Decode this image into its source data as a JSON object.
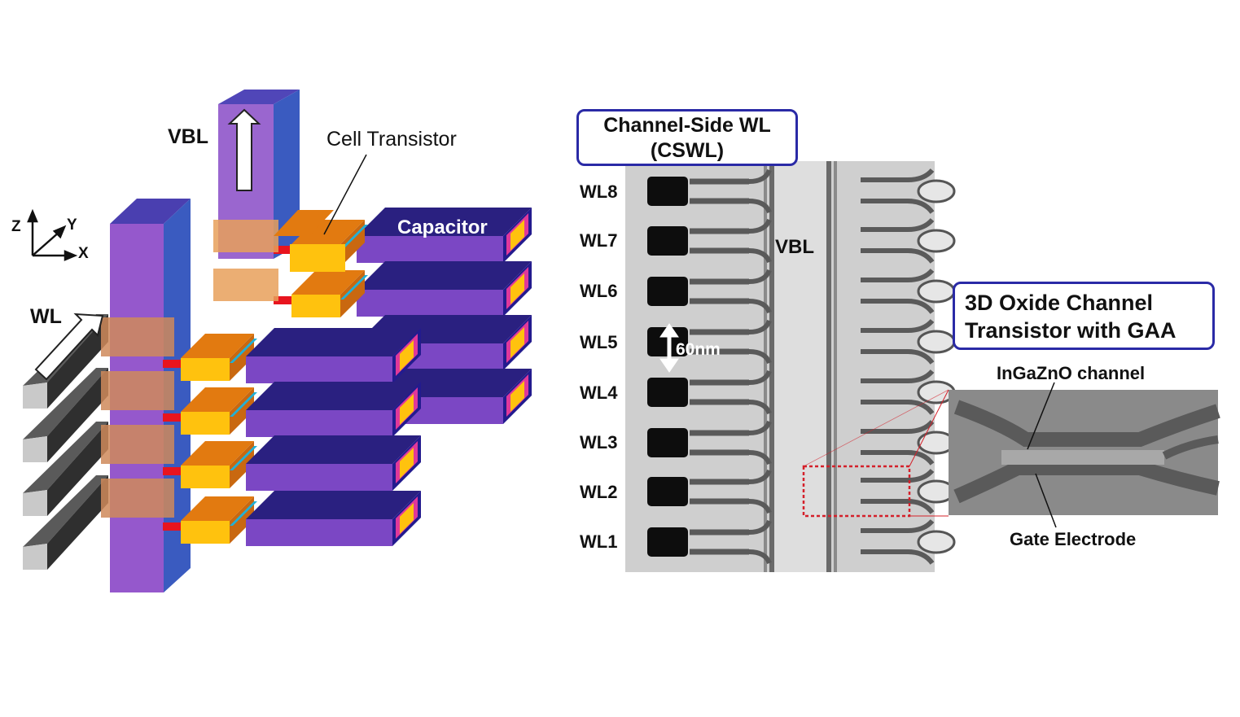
{
  "left_diagram": {
    "vbl_label": "VBL",
    "cell_transistor_label": "Cell Transistor",
    "capacitor_label": "Capacitor",
    "wl_label": "WL",
    "axis": {
      "z": "Z",
      "y": "Y",
      "x": "X"
    }
  },
  "right_diagram": {
    "cswl_title_line1": "Channel-Side WL",
    "cswl_title_line2": "(CSWL)",
    "vbl_label": "VBL",
    "scale_label": "60nm",
    "wordlines": [
      "WL8",
      "WL7",
      "WL6",
      "WL5",
      "WL4",
      "WL3",
      "WL2",
      "WL1"
    ],
    "gaa_title_line1": "3D Oxide Channel",
    "gaa_title_line2": "Transistor with GAA",
    "channel_label": "InGaZnO channel",
    "gate_label": "Gate Electrode"
  },
  "colors": {
    "purple": "#8a52c6",
    "blue": "#3a5bc0",
    "navy": "#1f1c8f",
    "orange": "#e27a10",
    "yellow": "#ffc20e",
    "red": "#e8141e",
    "gray": "#4a4a4a",
    "box_border": "#2a2aa6"
  }
}
